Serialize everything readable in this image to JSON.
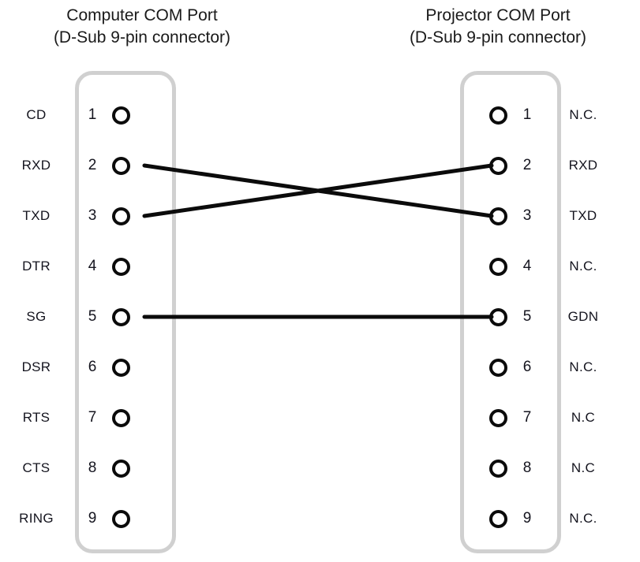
{
  "diagram": {
    "left_port": {
      "title_line1": "Computer COM Port",
      "title_line2": "(D-Sub 9-pin connector)"
    },
    "right_port": {
      "title_line1": "Projector COM Port",
      "title_line2": "(D-Sub 9-pin connector)"
    },
    "left_pins": [
      {
        "number": "1",
        "signal": "CD"
      },
      {
        "number": "2",
        "signal": "RXD"
      },
      {
        "number": "3",
        "signal": "TXD"
      },
      {
        "number": "4",
        "signal": "DTR"
      },
      {
        "number": "5",
        "signal": "SG"
      },
      {
        "number": "6",
        "signal": "DSR"
      },
      {
        "number": "7",
        "signal": "RTS"
      },
      {
        "number": "8",
        "signal": "CTS"
      },
      {
        "number": "9",
        "signal": "RING"
      }
    ],
    "right_pins": [
      {
        "number": "1",
        "signal": "N.C."
      },
      {
        "number": "2",
        "signal": "RXD"
      },
      {
        "number": "3",
        "signal": "TXD"
      },
      {
        "number": "4",
        "signal": "N.C."
      },
      {
        "number": "5",
        "signal": "GDN"
      },
      {
        "number": "6",
        "signal": "N.C."
      },
      {
        "number": "7",
        "signal": "N.C"
      },
      {
        "number": "8",
        "signal": "N.C"
      },
      {
        "number": "9",
        "signal": "N.C."
      }
    ],
    "connections": [
      {
        "from_pin": "2",
        "to_pin": "3",
        "kind": "crossover"
      },
      {
        "from_pin": "3",
        "to_pin": "2",
        "kind": "crossover"
      },
      {
        "from_pin": "5",
        "to_pin": "5",
        "kind": "straight"
      }
    ],
    "colors": {
      "background": "#ffffff",
      "wire": "#0b0b0b",
      "pin_ring": "#0b0b0b",
      "connector_border": "#d0d0d0",
      "text": "#14141e"
    }
  }
}
